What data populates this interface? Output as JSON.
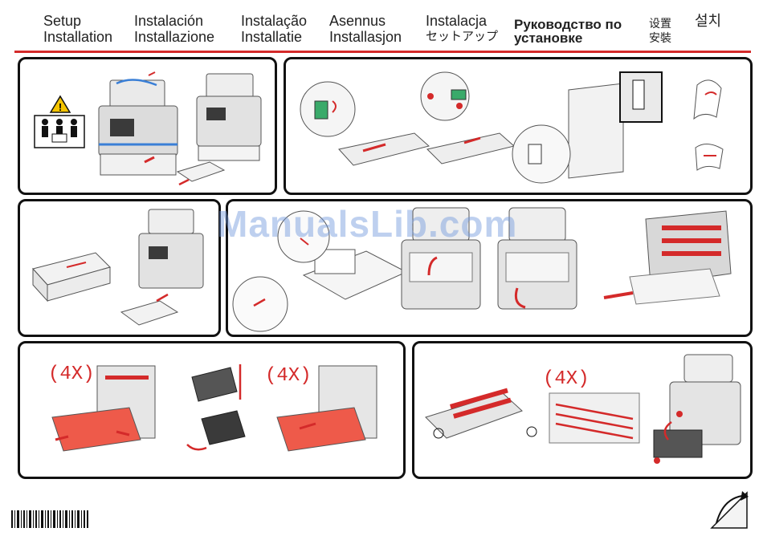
{
  "header": {
    "col1": [
      "Setup",
      "Installation"
    ],
    "col2": [
      "Instalación",
      "Installazione"
    ],
    "col3": [
      "Instalação",
      "Installatie"
    ],
    "col4": [
      "Asennus",
      "Installasjon"
    ],
    "col5": [
      "Instalacja",
      "セットアップ"
    ],
    "col6": [
      "Руководство по",
      "установке"
    ],
    "col7": [
      "设置",
      "安裝"
    ],
    "col8": [
      "설치"
    ]
  },
  "watermark": "ManualsLib.com",
  "multipliers": {
    "panel5_left": "(4X)",
    "panel5_right": "(4X)",
    "panel6": "(4X)"
  },
  "colors": {
    "accent_red": "#d42a2a",
    "frame": "#111111",
    "watermark_blue": "#6e96dc"
  },
  "icons": [
    "warning-icon",
    "three-person-lift-icon",
    "page-turn-arrow-icon",
    "barcode-icon"
  ]
}
